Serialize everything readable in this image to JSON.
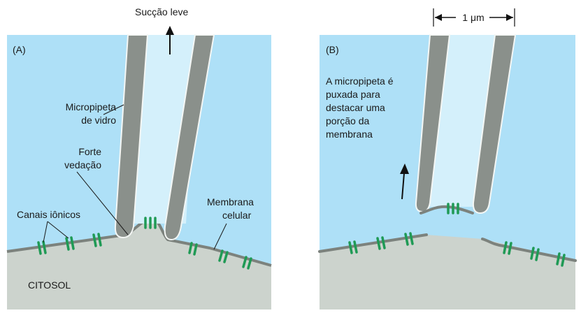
{
  "panel_a": {
    "label": "(A)",
    "suction": "Sucção leve",
    "pipette_label_1": "Micropipeta",
    "pipette_label_2": "de vidro",
    "seal_label_1": "Forte",
    "seal_label_2": "vedação",
    "channels_label": "Canais iônicos",
    "membrane_label_1": "Membrana",
    "membrane_label_2": "celular",
    "cytosol_label": "CITOSOL"
  },
  "panel_b": {
    "label": "(B)",
    "scale_label": "1 μm",
    "description_lines": [
      "A micropipeta é",
      "puxada para",
      "destacar uma",
      "porção da",
      "membrana"
    ]
  },
  "colors": {
    "solution": "#aee0f7",
    "pipette_glass": "#8a908b",
    "pipette_lumen": "#d4f0fb",
    "cytosol": "#ccd3cd",
    "membrane": "#7c827d",
    "ion_channel": "#1f9a55",
    "text": "#1a1a1a"
  }
}
